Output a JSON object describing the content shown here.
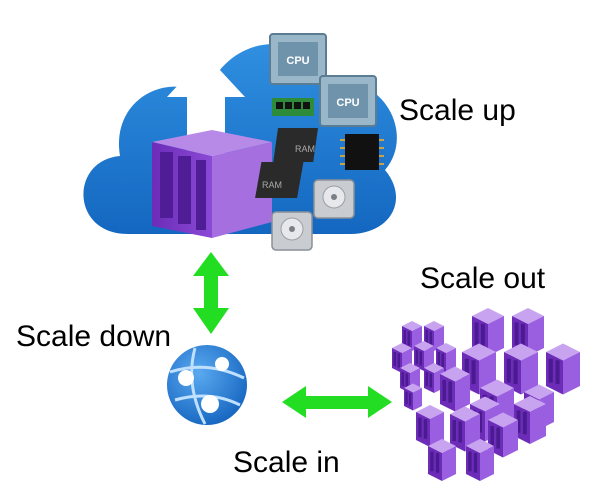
{
  "labels": {
    "scale_up": "Scale up",
    "scale_out": "Scale out",
    "scale_down": "Scale down",
    "scale_in": "Scale in"
  },
  "chips": {
    "cpu": "CPU",
    "ram": "RAM"
  },
  "colors": {
    "cloud": "#2f86d6",
    "container": "#7a3bc4",
    "arrow": "#22dd22",
    "cpu_chip": "#7fa8c4"
  },
  "icons": [
    "cloud-icon",
    "up-arrow-icon",
    "container-icon",
    "cpu-icon",
    "ram-icon",
    "hard-drive-icon",
    "memory-module-icon",
    "microchip-icon",
    "app-service-icon",
    "container-cluster-icon",
    "double-arrow-icon"
  ]
}
